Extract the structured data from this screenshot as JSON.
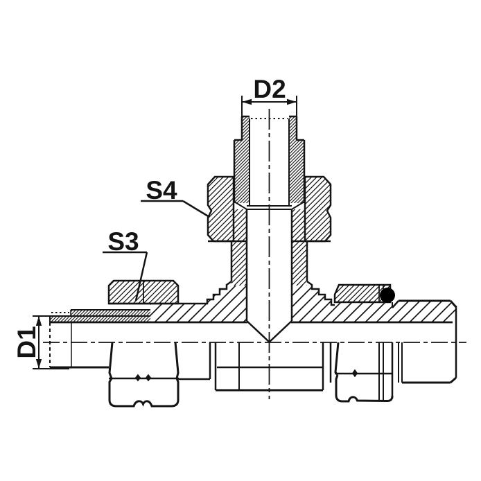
{
  "diagram": {
    "type": "technical-drawing",
    "subject": "branch-tee hydraulic tube fitting, half-section view",
    "labels": {
      "d1": "D1",
      "d2": "D2",
      "s3": "S3",
      "s4": "S4"
    },
    "colors": {
      "line": "#141414",
      "background": "#ffffff",
      "o_ring": "#000000"
    }
  }
}
